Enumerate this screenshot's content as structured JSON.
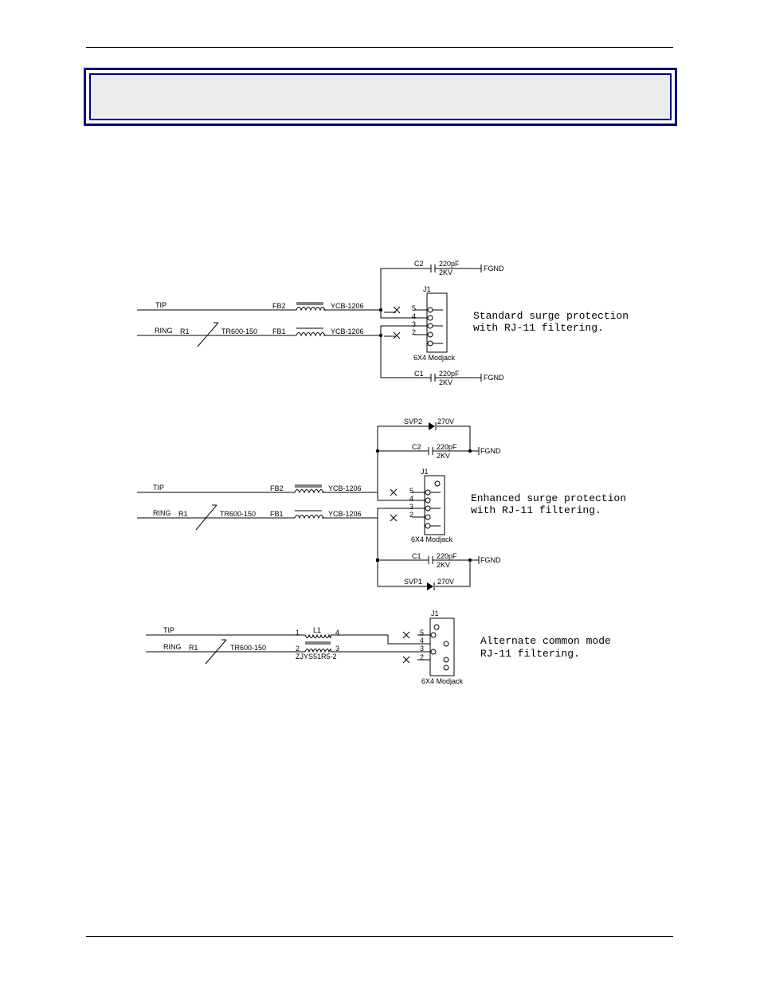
{
  "header": {
    "title": ""
  },
  "diagram1": {
    "note": [
      "Standard surge protection",
      "with RJ-11 filtering."
    ],
    "tip": "TIP",
    "ring": "RING",
    "r1": "R1",
    "r1_part": "TR600-150",
    "fb2": "FB2",
    "fb1": "FB1",
    "fb_part": "YCB-1206",
    "c2": "C2",
    "c1": "C1",
    "cap_val": "220pF",
    "cap_volt": "2KV",
    "fgnd": "FGND",
    "j1": "J1",
    "jack": "6X4 Modjack",
    "pins": [
      "5",
      "4",
      "3",
      "2"
    ]
  },
  "diagram2": {
    "note": [
      "Enhanced surge protection",
      "with RJ-11 filtering."
    ],
    "tip": "TIP",
    "ring": "RING",
    "r1": "R1",
    "r1_part": "TR600-150",
    "fb2": "FB2",
    "fb1": "FB1",
    "fb_part": "YCB-1206",
    "c2": "C2",
    "c1": "C1",
    "cap_val": "220pF",
    "cap_volt": "2KV",
    "fgnd": "FGND",
    "svp2": "SVP2",
    "svp1": "SVP1",
    "svp_val": "270V",
    "j1": "J1",
    "jack": "6X4 Modjack",
    "pins": [
      "5",
      "4",
      "3",
      "2"
    ]
  },
  "diagram3": {
    "note": [
      "Alternate common mode",
      "RJ-11 filtering."
    ],
    "tip": "TIP",
    "ring": "RING",
    "r1": "R1",
    "r1_part": "TR600-150",
    "l1": "L1",
    "l1_part": "ZJYS51R5-2",
    "l1_pins": [
      "1",
      "4",
      "2",
      "3"
    ],
    "j1": "J1",
    "jack": "6X4 Modjack",
    "pins": [
      "5",
      "4",
      "3",
      "2"
    ]
  }
}
